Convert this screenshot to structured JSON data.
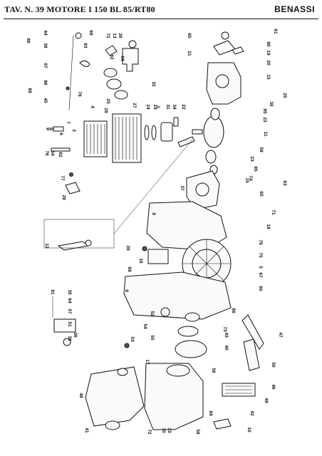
{
  "header": {
    "title": "TAV. N. 39 MOTORE I 150   BL 85/RT80",
    "brand": "BENASSI"
  },
  "callouts": [
    {
      "id": "44",
      "label": "44"
    },
    {
      "id": "68a",
      "label": "68"
    },
    {
      "id": "88",
      "label": "88"
    },
    {
      "id": "38a",
      "label": "38"
    },
    {
      "id": "83",
      "label": "83"
    },
    {
      "id": "87",
      "label": "87"
    },
    {
      "id": "86",
      "label": "86"
    },
    {
      "id": "89",
      "label": "89"
    },
    {
      "id": "45",
      "label": "45"
    },
    {
      "id": "78",
      "label": "78"
    },
    {
      "id": "72a",
      "label": "72"
    },
    {
      "id": "13",
      "label": "13"
    },
    {
      "id": "26",
      "label": "26"
    },
    {
      "id": "84a",
      "label": "84"
    },
    {
      "id": "32",
      "label": "32"
    },
    {
      "id": "82",
      "label": "82"
    },
    {
      "id": "25a",
      "label": "25"
    },
    {
      "id": "27",
      "label": "27"
    },
    {
      "id": "28",
      "label": "28"
    },
    {
      "id": "4",
      "label": "4"
    },
    {
      "id": "2",
      "label": "2"
    },
    {
      "id": "24",
      "label": "24"
    },
    {
      "id": "14",
      "label": "14"
    },
    {
      "id": "31",
      "label": "31"
    },
    {
      "id": "34",
      "label": "34"
    },
    {
      "id": "22",
      "label": "22"
    },
    {
      "id": "7",
      "label": "7"
    },
    {
      "id": "6",
      "label": "6"
    },
    {
      "id": "3",
      "label": "3"
    },
    {
      "id": "76",
      "label": "76"
    },
    {
      "id": "64",
      "label": "64"
    },
    {
      "id": "62",
      "label": "62"
    },
    {
      "id": "77",
      "label": "77"
    },
    {
      "id": "29",
      "label": "29"
    },
    {
      "id": "65a",
      "label": "65"
    },
    {
      "id": "21",
      "label": "21"
    },
    {
      "id": "61",
      "label": "61"
    },
    {
      "id": "80",
      "label": "80"
    },
    {
      "id": "19",
      "label": "19"
    },
    {
      "id": "20",
      "label": "20"
    },
    {
      "id": "15a",
      "label": "15"
    },
    {
      "id": "25b",
      "label": "25"
    },
    {
      "id": "30",
      "label": "30"
    },
    {
      "id": "85a",
      "label": "85"
    },
    {
      "id": "23a",
      "label": "23"
    },
    {
      "id": "11",
      "label": "11"
    },
    {
      "id": "59",
      "label": "59"
    },
    {
      "id": "23b",
      "label": "23"
    },
    {
      "id": "85b",
      "label": "85"
    },
    {
      "id": "15b",
      "label": "15"
    },
    {
      "id": "74",
      "label": "74"
    },
    {
      "id": "63",
      "label": "63"
    },
    {
      "id": "65b",
      "label": "65"
    },
    {
      "id": "37",
      "label": "37"
    },
    {
      "id": "71",
      "label": "71"
    },
    {
      "id": "9",
      "label": "9"
    },
    {
      "id": "18",
      "label": "18"
    },
    {
      "id": "12",
      "label": "12"
    },
    {
      "id": "39",
      "label": "39"
    },
    {
      "id": "16",
      "label": "16"
    },
    {
      "id": "69",
      "label": "69"
    },
    {
      "id": "79",
      "label": "79"
    },
    {
      "id": "75",
      "label": "75"
    },
    {
      "id": "5",
      "label": "5"
    },
    {
      "id": "67",
      "label": "67"
    },
    {
      "id": "60",
      "label": "60"
    },
    {
      "id": "8",
      "label": "8"
    },
    {
      "id": "81",
      "label": "81"
    },
    {
      "id": "35",
      "label": "35"
    },
    {
      "id": "64b",
      "label": "64"
    },
    {
      "id": "57",
      "label": "57"
    },
    {
      "id": "51",
      "label": "51"
    },
    {
      "id": "36",
      "label": "36"
    },
    {
      "id": "38b",
      "label": "38"
    },
    {
      "id": "52",
      "label": "52"
    },
    {
      "id": "66",
      "label": "66"
    },
    {
      "id": "54",
      "label": "54"
    },
    {
      "id": "73",
      "label": "73"
    },
    {
      "id": "55",
      "label": "55"
    },
    {
      "id": "43",
      "label": "43"
    },
    {
      "id": "40",
      "label": "40"
    },
    {
      "id": "53",
      "label": "53"
    },
    {
      "id": "47",
      "label": "47"
    },
    {
      "id": "50",
      "label": "50"
    },
    {
      "id": "48",
      "label": "48"
    },
    {
      "id": "17",
      "label": "17"
    },
    {
      "id": "56",
      "label": "56"
    },
    {
      "id": "46",
      "label": "46"
    },
    {
      "id": "49",
      "label": "49"
    },
    {
      "id": "41",
      "label": "41"
    },
    {
      "id": "72b",
      "label": "72"
    },
    {
      "id": "70",
      "label": "70"
    },
    {
      "id": "33",
      "label": "33"
    },
    {
      "id": "84b",
      "label": "84"
    },
    {
      "id": "42",
      "label": "42"
    },
    {
      "id": "10",
      "label": "10"
    },
    {
      "id": "58",
      "label": "58"
    }
  ]
}
